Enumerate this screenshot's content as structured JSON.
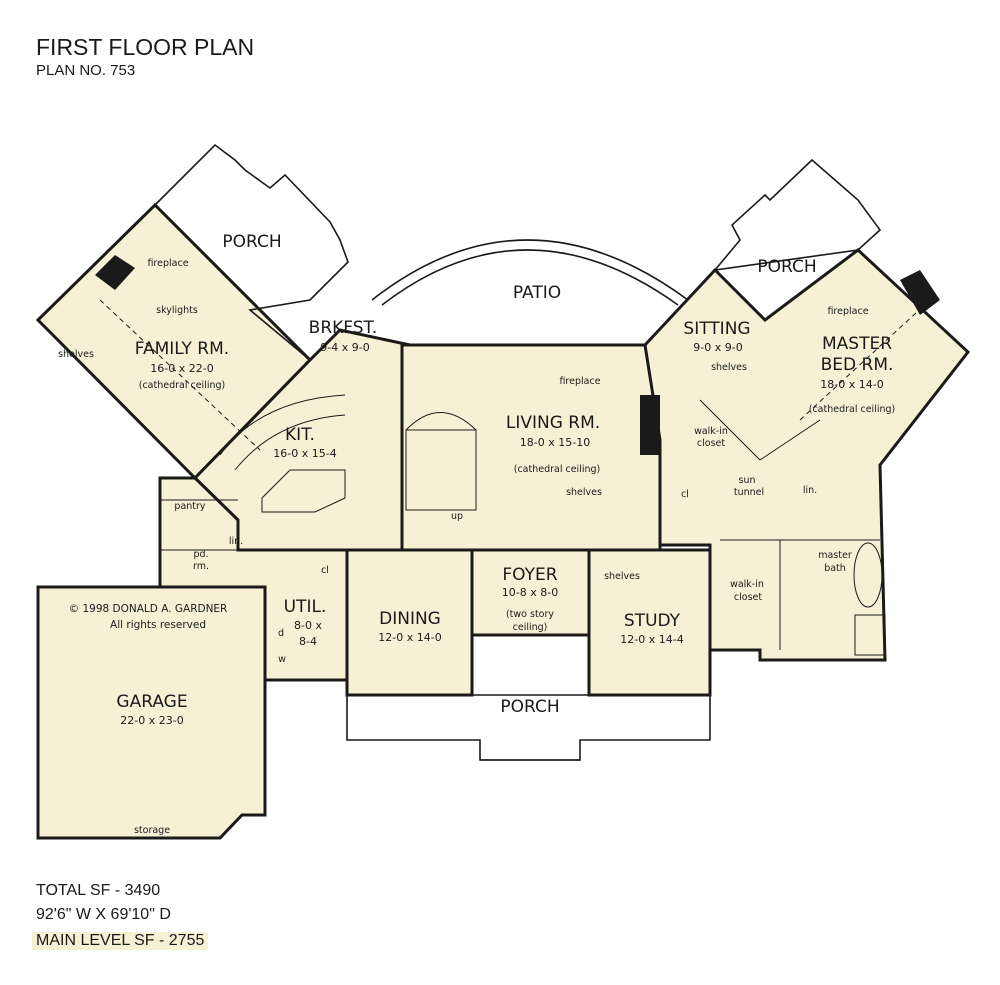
{
  "header": {
    "title": "FIRST FLOOR PLAN",
    "plan_no": "PLAN NO. 753"
  },
  "rooms": {
    "porch_left": {
      "name": "PORCH"
    },
    "porch_right": {
      "name": "PORCH"
    },
    "patio": {
      "name": "PATIO"
    },
    "family": {
      "name": "FAMILY RM.",
      "dims": "16-0 x 22-0",
      "note": "(cathedral ceiling)"
    },
    "brkfst": {
      "name": "BRKFST.",
      "dims": "9-4 x 9-0"
    },
    "kit": {
      "name": "KIT.",
      "dims": "16-0 x 15-4"
    },
    "living": {
      "name": "LIVING RM.",
      "dims": "18-0 x 15-10",
      "note": "(cathedral ceiling)"
    },
    "sitting": {
      "name": "SITTING",
      "dims": "9-0 x 9-0"
    },
    "master": {
      "name1": "MASTER",
      "name2": "BED RM.",
      "dims": "18-0 x 14-0",
      "note": "(cathedral ceiling)"
    },
    "foyer": {
      "name": "FOYER",
      "dims": "10-8 x 8-0",
      "note1": "(two story",
      "note2": "ceiling)"
    },
    "dining": {
      "name": "DINING",
      "dims": "12-0 x 14-0"
    },
    "study": {
      "name": "STUDY",
      "dims": "12-0 x 14-4"
    },
    "util": {
      "name": "UTIL.",
      "dims1": "8-0 x",
      "dims2": "8-4"
    },
    "garage": {
      "name": "GARAGE",
      "dims": "22-0 x 23-0"
    },
    "porch_front": {
      "name": "PORCH"
    }
  },
  "notes": {
    "fireplace_family": "fireplace",
    "skylights": "skylights",
    "shelves_family": "shelves",
    "pantry": "pantry",
    "lin_left": "lin.",
    "pd_rm_1": "pd.",
    "pd_rm_2": "rm.",
    "cl_util": "cl",
    "d": "d",
    "w": "w",
    "copyright": "© 1998 DONALD A. GARDNER",
    "rights": "All rights reserved",
    "storage": "storage",
    "fireplace_living": "fireplace",
    "shelves_living": "shelves",
    "up": "up",
    "shelves_sitting": "shelves",
    "fireplace_master": "fireplace",
    "walkin1_1": "walk-in",
    "walkin1_2": "closet",
    "sun1": "sun",
    "sun2": "tunnel",
    "cl_right": "cl",
    "lin_right": "lin.",
    "master_bath_1": "master",
    "master_bath_2": "bath",
    "walkin2_1": "walk-in",
    "walkin2_2": "closet",
    "shelves_study": "shelves"
  },
  "footer": {
    "total_sf": "TOTAL SF - 3490",
    "dimensions": "92'6\" W X 69'10\" D",
    "main_level": "MAIN LEVEL SF - 2755"
  },
  "colors": {
    "floor_fill": "#f6f1d4",
    "wall": "#1a1a1a",
    "background": "#ffffff",
    "highlight": "#f6f1d4"
  }
}
